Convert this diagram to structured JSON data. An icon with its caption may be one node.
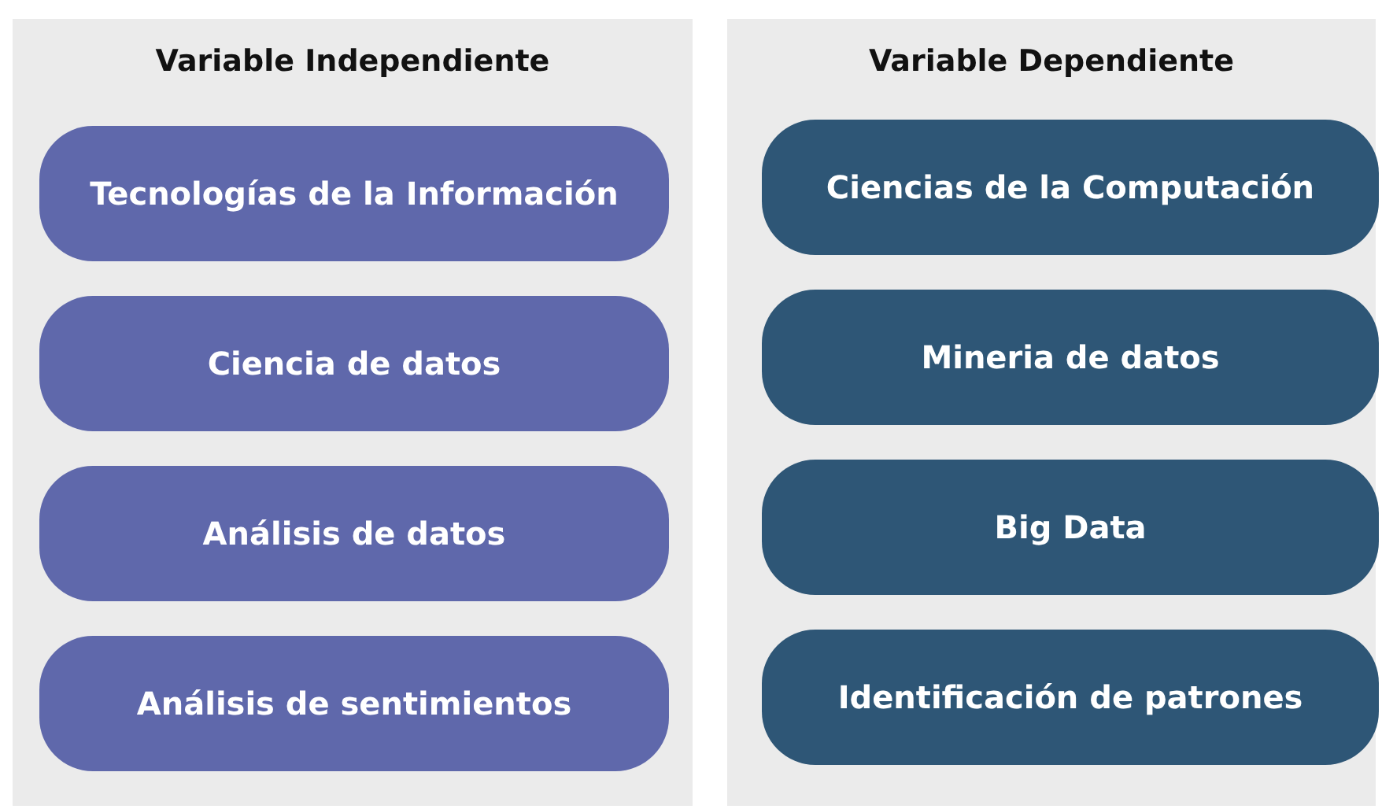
{
  "diagram": {
    "nodes": [
      {
        "text": [
          "Variable Independiente"
        ]
      },
      {
        "text": [
          "Tecnologías de la Información"
        ],
        "in": 0
      },
      {
        "text": [
          "Ciencia de datos"
        ],
        "in": 0
      },
      {
        "text": [
          "Análisis de datos"
        ],
        "in": 0
      },
      {
        "text": [
          "Análisis de sentimientos"
        ],
        "in": 0
      },
      {
        "text": [
          "Variable Dependiente"
        ]
      },
      {
        "text": [
          "Ciencias de la Computación"
        ],
        "in": 5
      },
      {
        "text": [
          "Mineria de datos"
        ],
        "in": 5
      },
      {
        "text": [
          "Big Data"
        ],
        "in": 5
      },
      {
        "text": [
          "Identificación de patrones"
        ],
        "in": 5
      }
    ]
  }
}
